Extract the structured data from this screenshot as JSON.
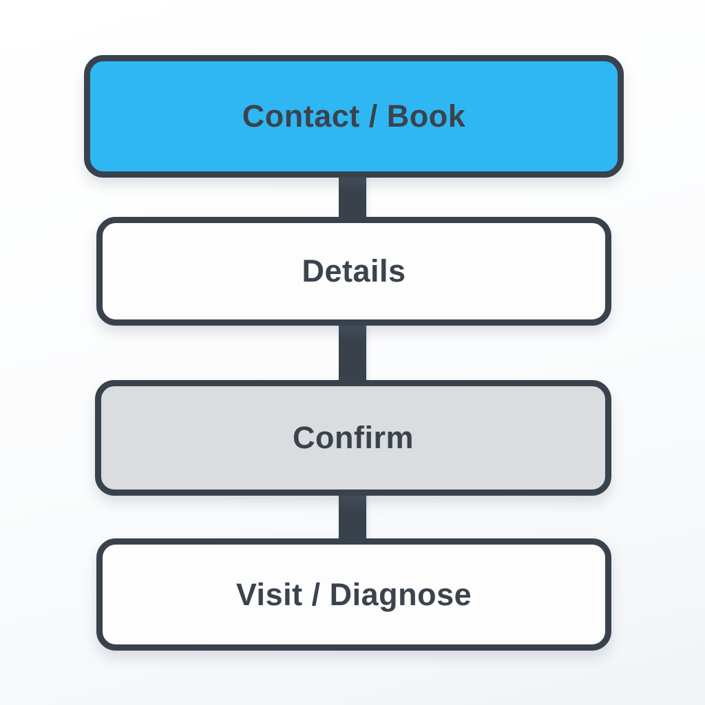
{
  "flowchart": {
    "type": "vertical-process-flow",
    "steps": [
      {
        "label": "Contact / Book",
        "fill": "#2fb7f3",
        "variant": "highlighted"
      },
      {
        "label": "Details",
        "fill": "#fdfdfe",
        "variant": "default"
      },
      {
        "label": "Confirm",
        "fill": "#dadcdf",
        "variant": "muted"
      },
      {
        "label": "Visit / Diagnose",
        "fill": "#fdfdfe",
        "variant": "default"
      }
    ],
    "connections": [
      {
        "from": "Contact / Book",
        "to": "Details"
      },
      {
        "from": "Details",
        "to": "Confirm"
      },
      {
        "from": "Confirm",
        "to": "Visit / Diagnose"
      }
    ],
    "colors": {
      "border": "#39424c",
      "connector": "#39424c",
      "text": "#3b434d",
      "background": "#fbfcfd",
      "highlight_blue": "#2fb7f3",
      "muted_gray": "#dadcdf"
    }
  }
}
